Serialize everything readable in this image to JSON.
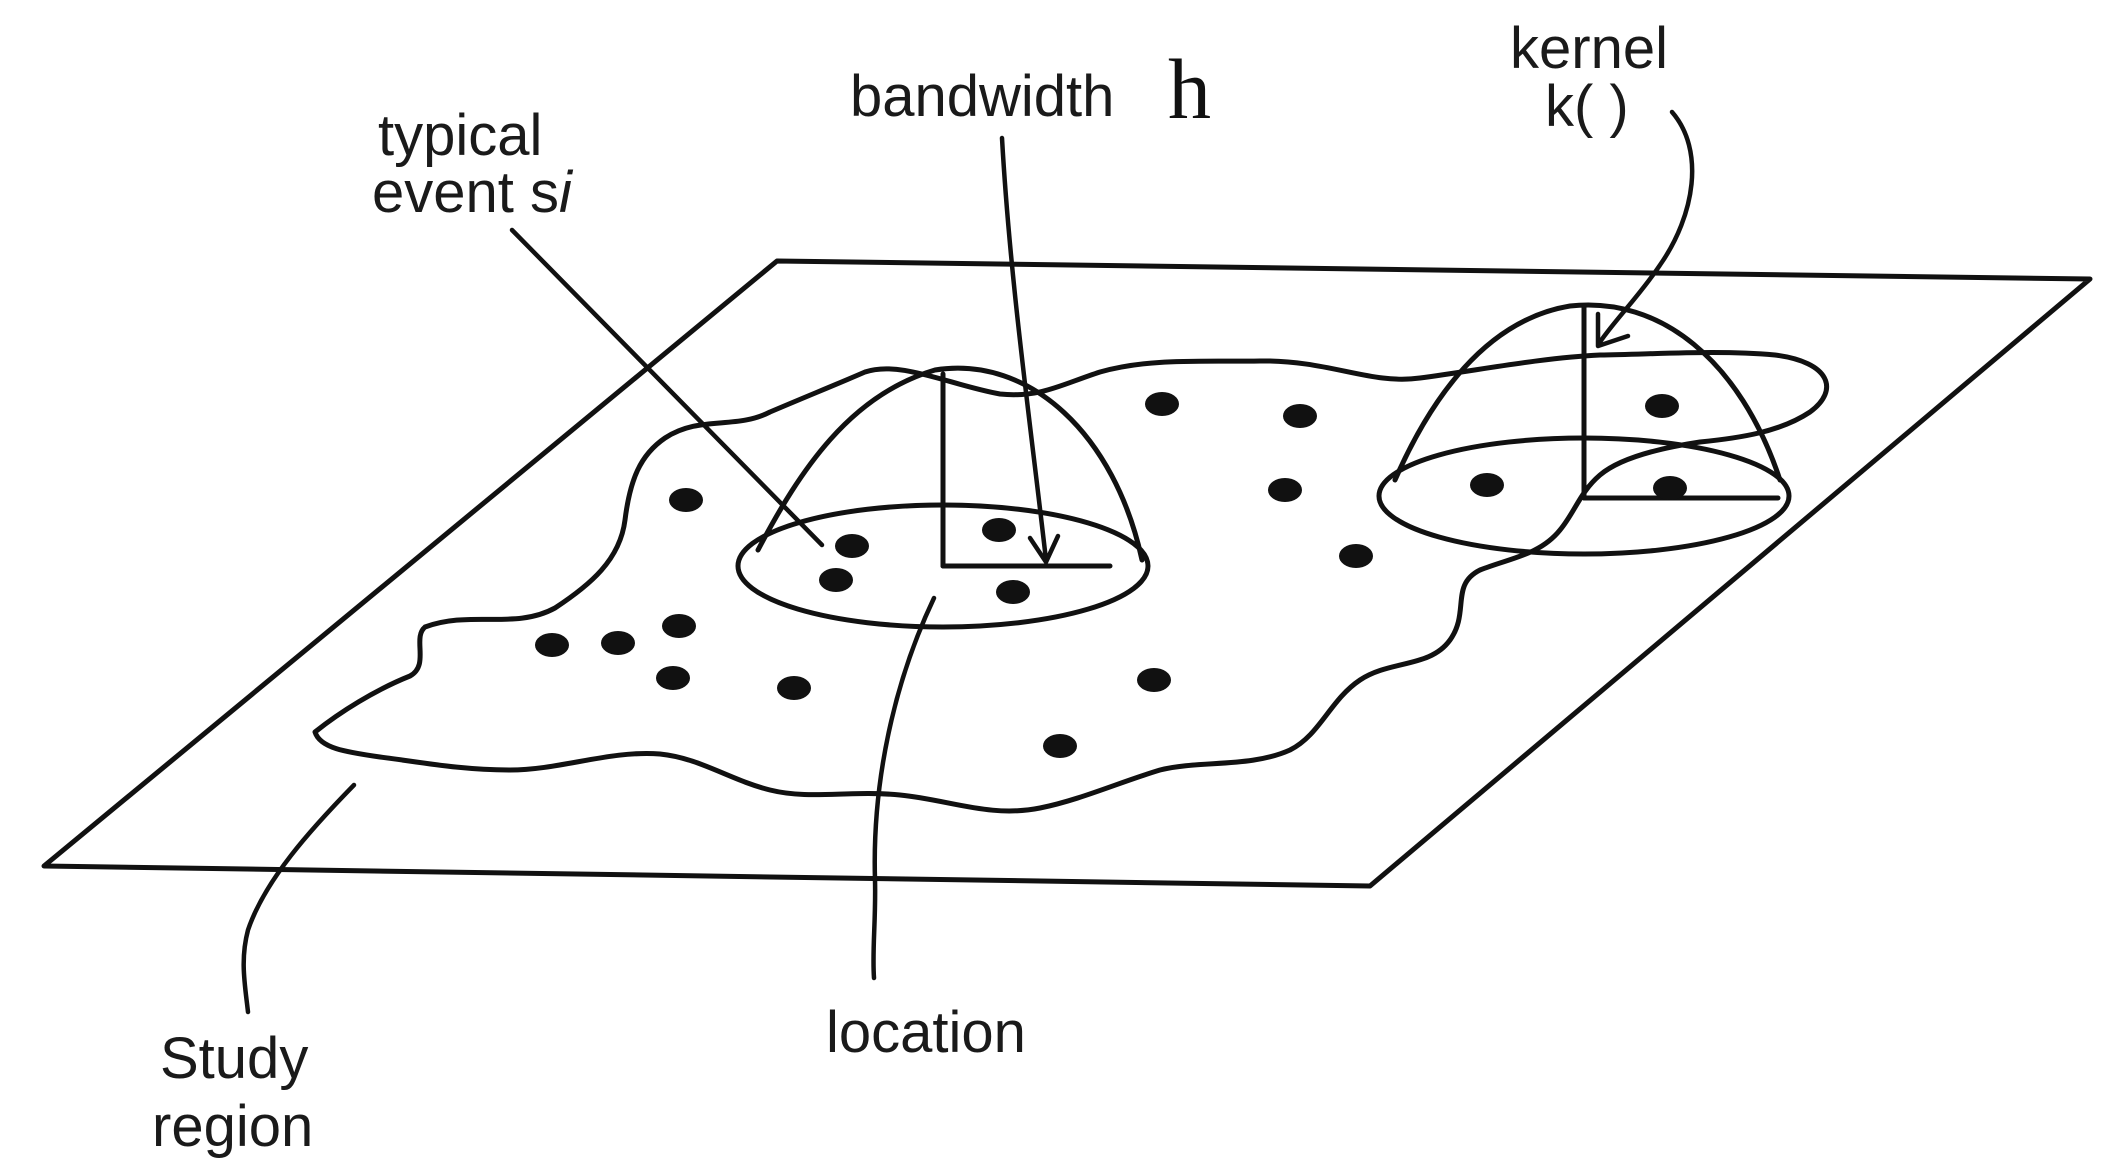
{
  "labels": {
    "typical_line1": "typical",
    "typical_line2_prefix": "event s",
    "typical_line2_sub": "i",
    "bandwidth": "bandwidth",
    "bandwidth_symbol": "h",
    "kernel_line1": "kernel",
    "kernel_line2": "k( )",
    "location": "location",
    "study_line1": "Study",
    "study_line2": "region"
  },
  "colors": {
    "ink": "#111111",
    "background": "#ffffff"
  }
}
